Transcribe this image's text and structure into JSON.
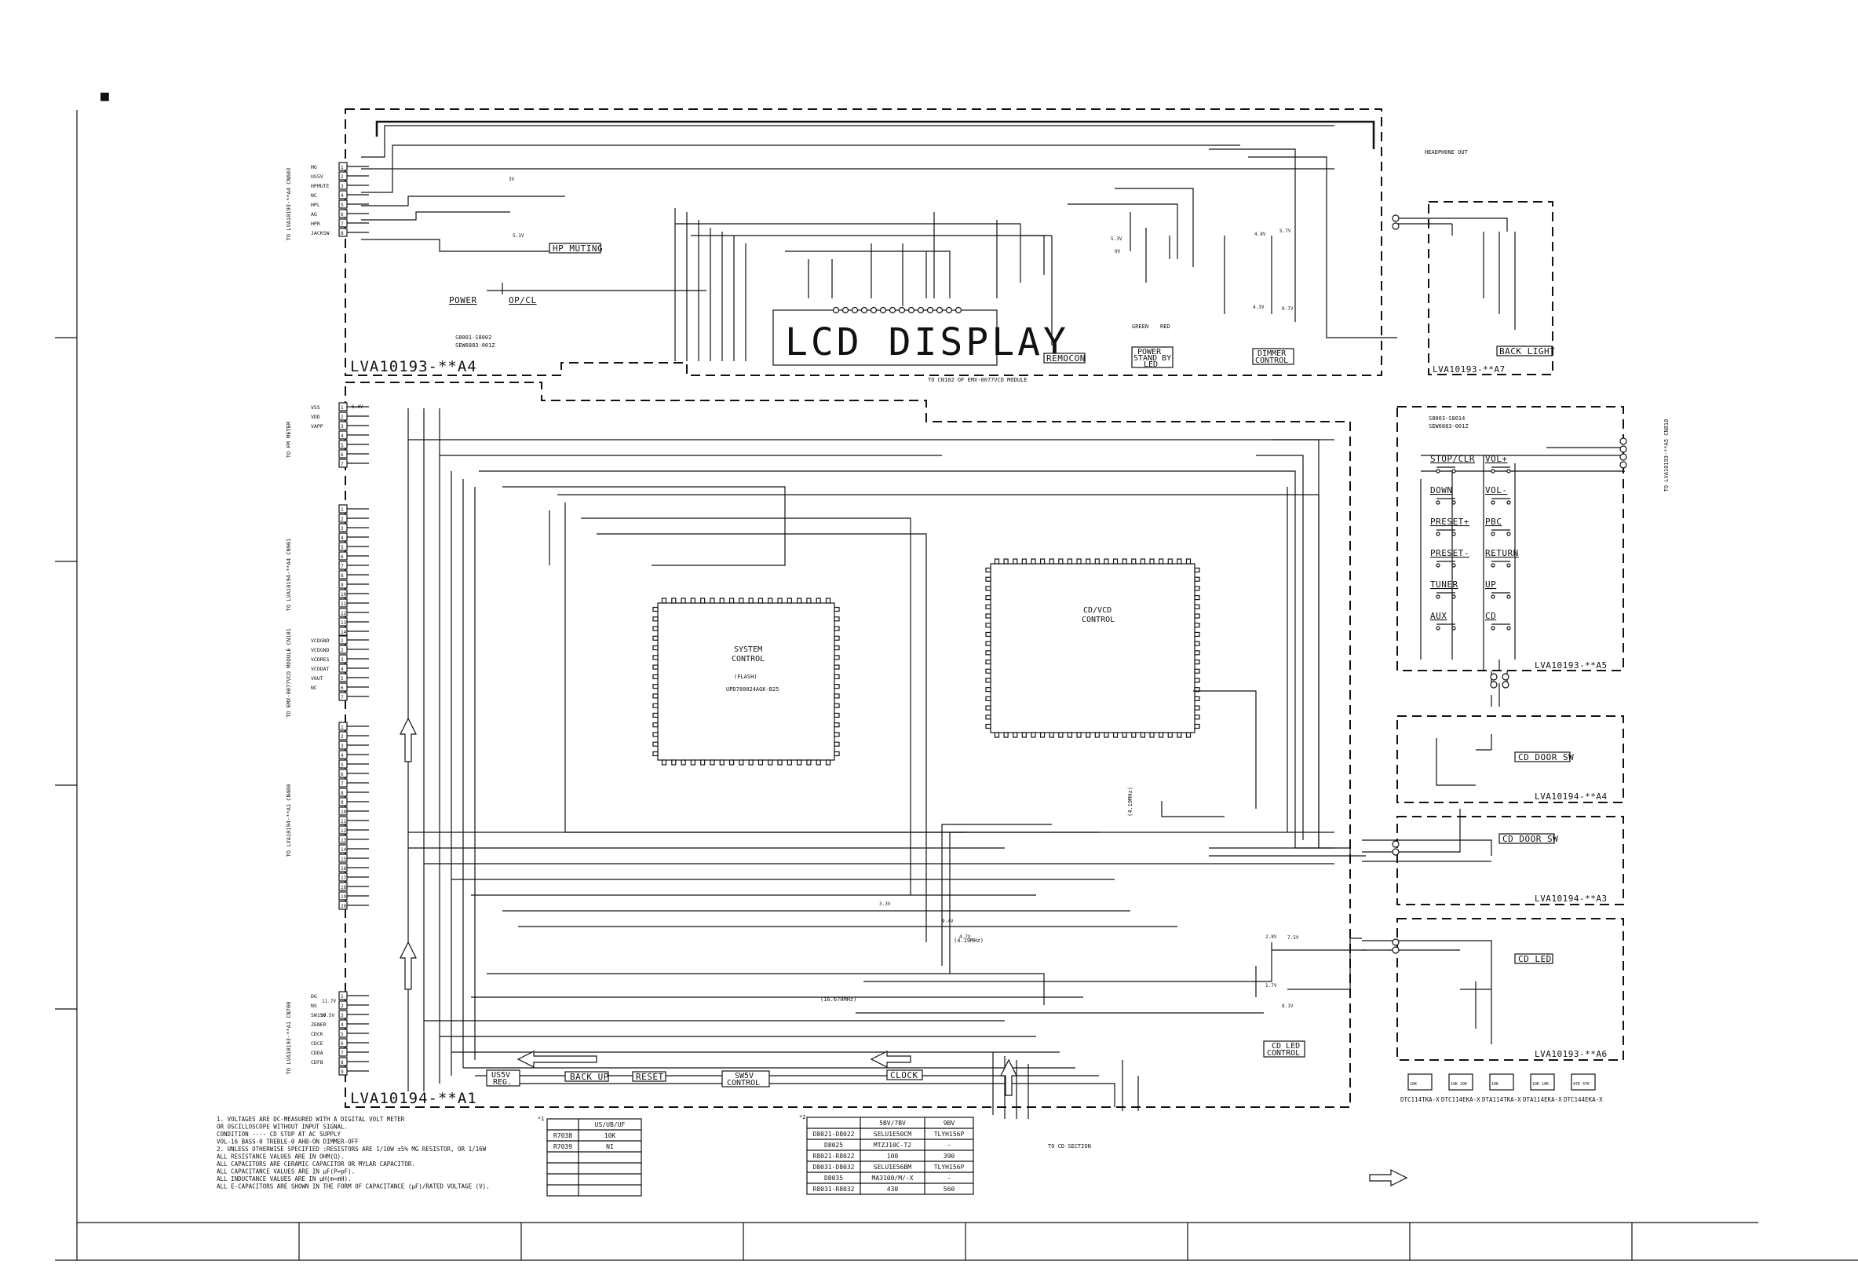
{
  "legend_marker": "■",
  "modules": {
    "main_panel": "LVA10193-**A4",
    "main_board": "LVA10194-**A1",
    "back_light": "LVA10193-**A7",
    "key_board": "LVA10193-**A5",
    "cd_door_a4": "LVA10194-**A4",
    "cd_door_a3": "LVA10194-**A3",
    "cd_led": "LVA10193-**A6"
  },
  "blocks": {
    "lcd_display": "LCD DISPLAY",
    "hp_muting": "HP MUTING",
    "power": "POWER",
    "op_cl": "OP/CL",
    "remocon": "REMOCON",
    "power_standby": [
      "POWER",
      "STAND BY",
      "LED"
    ],
    "dimmer": [
      "DIMMER",
      "CONTROL"
    ],
    "back_light": "BACK LIGHT",
    "headphone_out": "HEADPHONE OUT",
    "system_control": [
      "SYSTEM",
      "CONTROL"
    ],
    "system_ic_sub": "(FLASH)",
    "system_ic_part": "UPD780024AGK-B25",
    "cdvcd_control": [
      "CD/VCD",
      "CONTROL"
    ],
    "to_cn102": "TO CN102 OF EMX-0077VCD MODULE",
    "to_cd_section": "TO CD SECTION",
    "cd_led_control": [
      "CD LED",
      "CONTROL"
    ],
    "cd_door_sw": "CD DOOR SW",
    "cd_led": "CD LED",
    "green": "GREEN",
    "red": "RED",
    "clock_osc": "(4.19MHz)",
    "xtal": "(16.670MHz)",
    "cd_xtal": "(4.19MHz)"
  },
  "bottom_labels": {
    "us5v_reg": [
      "US5V",
      "REG."
    ],
    "back_up": "BACK UP",
    "reset": "RESET",
    "sw5v_control": [
      "SW5V",
      "CONTROL"
    ],
    "clock": "CLOCK"
  },
  "keys": [
    "STOP/CLR",
    "VOL+",
    "DOWN",
    "VOL-",
    "PRESET+",
    "PBC",
    "PRESET-",
    "RETURN",
    "TUNER",
    "UP",
    "AUX",
    "CD"
  ],
  "key_switch_refs": [
    "S8003-S8014",
    "SEW6883-001Z"
  ],
  "power_switch_refs": [
    "S8001-S8002",
    "SEW6883-001Z"
  ],
  "connector_notes": {
    "cn_hp": "TO LVA10193-**A4 CN603",
    "cn_fm": "TO FM METER",
    "cn_cd": "TO LVA10194-**A4 CN901",
    "cn_vcd": "TO EMX-0077VCD MODULE CN101",
    "cn_amp": "TO LVA10194-**A1 CN400",
    "cn_pwr": "TO LVA10193-**A1 CN700",
    "cn_key": "TO LVA10193-**A5 CN810"
  },
  "transistors": [
    "DTC114TKA-X",
    "DTC114EKA-X",
    "DTA114TKA-X",
    "DTA114EKA-X",
    "DTC144EKA-X"
  ],
  "transistor_marks": [
    "10K",
    "10K 10K",
    "10K",
    "10K 10K",
    "47K 47K"
  ],
  "notes": [
    "1. VOLTAGES ARE DC-MEASURED WITH A DIGITAL VOLT METER",
    "   OR OSCILLOSCOPE WITHOUT INPUT SIGNAL.",
    "   CONDITION ---- CD STOP AT AC SUPPLY",
    "              VOL-16 BASS-0 TREBLE-0 AHB-ON DIMMER-OFF",
    "2. UNLESS OTHERWISE SPECIFIED :RESISTORS ARE 1/10W ±5% MG RESISTOR, OR 1/16W",
    "   ALL RESISTANCE VALUES ARE IN OHM(Ω).",
    "   ALL CAPACITORS ARE CERAMIC CAPACITOR OR MYLAR CAPACITOR.",
    "   ALL CAPACITANCE VALUES ARE IN μF(P=pF).",
    "   ALL INDUCTANCE VALUES ARE IN μH(m=mH).",
    "   ALL E-CAPACITORS ARE SHOWN IN THE FORM OF CAPACITANCE (μF)/RATED VOLTAGE (V)."
  ],
  "table1": {
    "mark": "*1",
    "header": [
      "",
      "US/UB/UF"
    ],
    "rows": [
      [
        "R7038",
        "10K"
      ],
      [
        "R7039",
        "NI"
      ],
      [
        "",
        ""
      ],
      [
        "",
        ""
      ],
      [
        "",
        ""
      ],
      [
        "",
        ""
      ]
    ]
  },
  "table2": {
    "mark": "*2",
    "header": [
      "",
      "5BV/7BV",
      "9BV"
    ],
    "rows": [
      [
        "D8021-D8022",
        "SELU1E50CM",
        "TLYH156P"
      ],
      [
        "D8025",
        "MTZJ10C-T2",
        "-"
      ],
      [
        "R8021-R8022",
        "100",
        "390"
      ],
      [
        "D8031-D8032",
        "SELU1E56BM",
        "TLYH156P"
      ],
      [
        "D8035",
        "MA3100/M/-X",
        "-"
      ],
      [
        "R8031-R8032",
        "430",
        "560"
      ]
    ]
  },
  "pin_labels_left": [
    "MG",
    "US5V",
    "HPMUTE",
    "NC",
    "HPL",
    "AG",
    "HPR",
    "JACKSW"
  ],
  "pin_labels_meter": [
    "VSS",
    "VDD",
    "VAPP"
  ],
  "pin_labels_vcd": [
    "VCDGND",
    "VCDGND",
    "VCDRES",
    "VCDDAT",
    "VOUT",
    "NC"
  ],
  "pin_labels_pwr": [
    "DG",
    "NS",
    "SW15V",
    "ZENER",
    "CDCK",
    "CDCE",
    "CDDA",
    "CDFB"
  ],
  "voltages": [
    "3V",
    "5.1V",
    "0V",
    "5.3V",
    "5.7V",
    "0.7V",
    "4.8V",
    "4.3V",
    "2.8V",
    "1.7V",
    "7.5V",
    "8.1V",
    "9.4V",
    "11.7V",
    "10.5V",
    "3.3V",
    "4.7V",
    "6.4V"
  ],
  "ruler_ticks": 8
}
